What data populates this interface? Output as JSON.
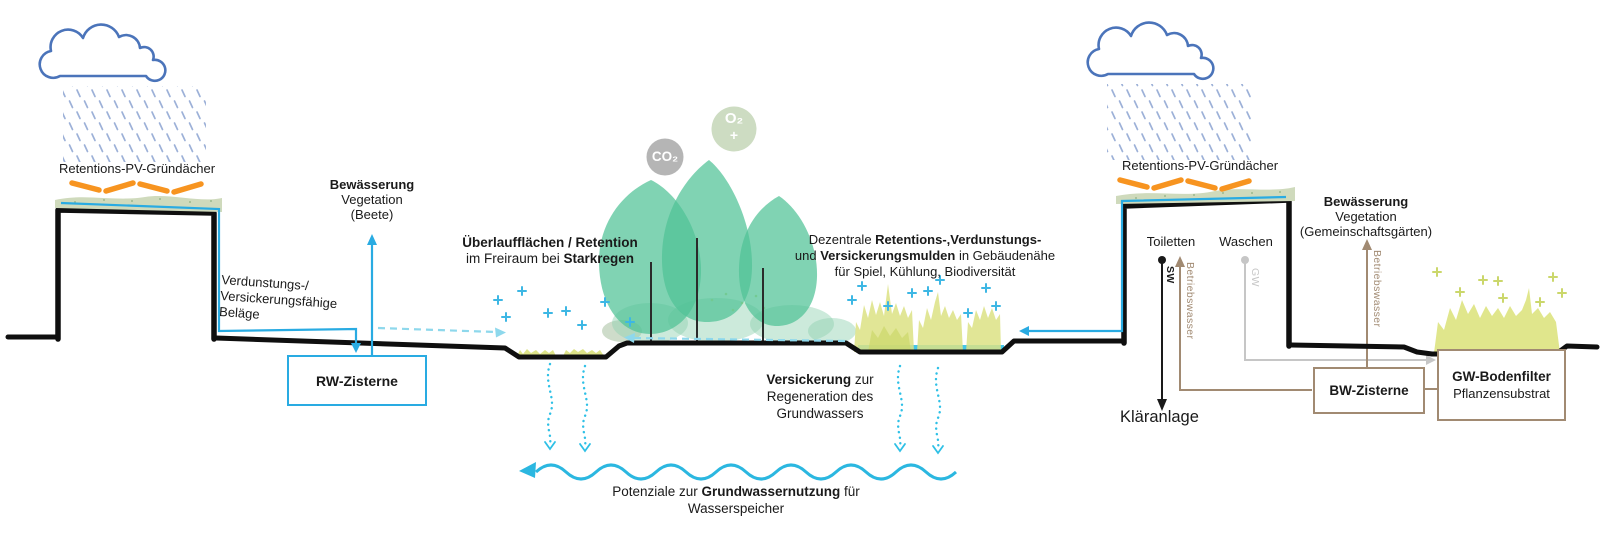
{
  "diagram": {
    "roofs": {
      "left_label": "Retentions-PV-Gründächer",
      "right_label": "Retentions-PV-Gründächer"
    },
    "irrigation_left": {
      "line1": "Bewässerung",
      "line2": "Vegetation",
      "line3": "(Beete)"
    },
    "surfaces": {
      "line1": "Verdunstungs-/",
      "line2": "Versickerungsfähige",
      "line3": "Beläge"
    },
    "rw_cistern": {
      "label": "RW-Zisterne"
    },
    "overflow": {
      "line1": "Überlaufflächen / Retention",
      "line2_pre": "im Freiraum bei ",
      "line2_bold": "Starkregen"
    },
    "gases": {
      "co2": "CO₂",
      "o2": "O₂",
      "plus": "+"
    },
    "swale_note": {
      "line1_pre": "Dezentrale ",
      "line1_bold": "Retentions-,Verdunstungs-",
      "line2_pre": "und ",
      "line2_bold": "Versickerungsmulden",
      "line2_post": " in Gebäudenähe",
      "line3": "für Spiel, Kühlung, Biodiversität"
    },
    "infiltration": {
      "line1_bold": "Versickerung",
      "line1_post": " zur",
      "line2": "Regeneration des",
      "line3": "Grundwassers"
    },
    "groundwater": {
      "line1_pre": "Potenziale zur ",
      "line1_bold": "Grundwassernutzung",
      "line1_post": " für",
      "line2": "Wasserspeicher"
    },
    "building_right": {
      "toilets": "Toiletten",
      "washing": "Waschen",
      "sw": "SW",
      "service_water_1": "Betriebswasser",
      "gw": "GW",
      "service_water_2": "Betriebswasser"
    },
    "treatment": {
      "label": "Kläranlage"
    },
    "bw_cistern": {
      "label": "BW-Zisterne"
    },
    "gw_filter": {
      "line1": "GW-Bodenfilter",
      "line2": "Pflanzensubstrat"
    },
    "irrigation_right": {
      "line1": "Bewässerung",
      "line2": "Vegetation",
      "line3": "(Gemeinschaftsgärten)"
    },
    "colors": {
      "cyan": "#29abe2",
      "cyan_light_dash": "#8ed8ec",
      "cyan_dotted": "#2ec0e6",
      "wave_blue": "#2bb7e0",
      "tan": "#a18a72",
      "gray": "#c6c6c6",
      "black": "#1a1a1a",
      "pv_orange": "#f79420",
      "tree_green": "#4fc296",
      "grass_green": "#dce284",
      "roof_green": "#cfdabc",
      "cloud_blue": "#4b74ba",
      "rain_blue": "#9db1d8",
      "co2_gray": "#b5b5b5",
      "o2_green": "#cddcc2"
    },
    "icons": {
      "rain_cloud": "cloud outline",
      "rain": "falling rain ticks",
      "pv_panels": "orange chevron dashes",
      "green_roof": "green band",
      "tree": "green canopy blobs",
      "sparkle": "+",
      "infiltration_arrow": "dotted wavy down arrow",
      "groundwater_wave": "wavy left arrow"
    }
  }
}
